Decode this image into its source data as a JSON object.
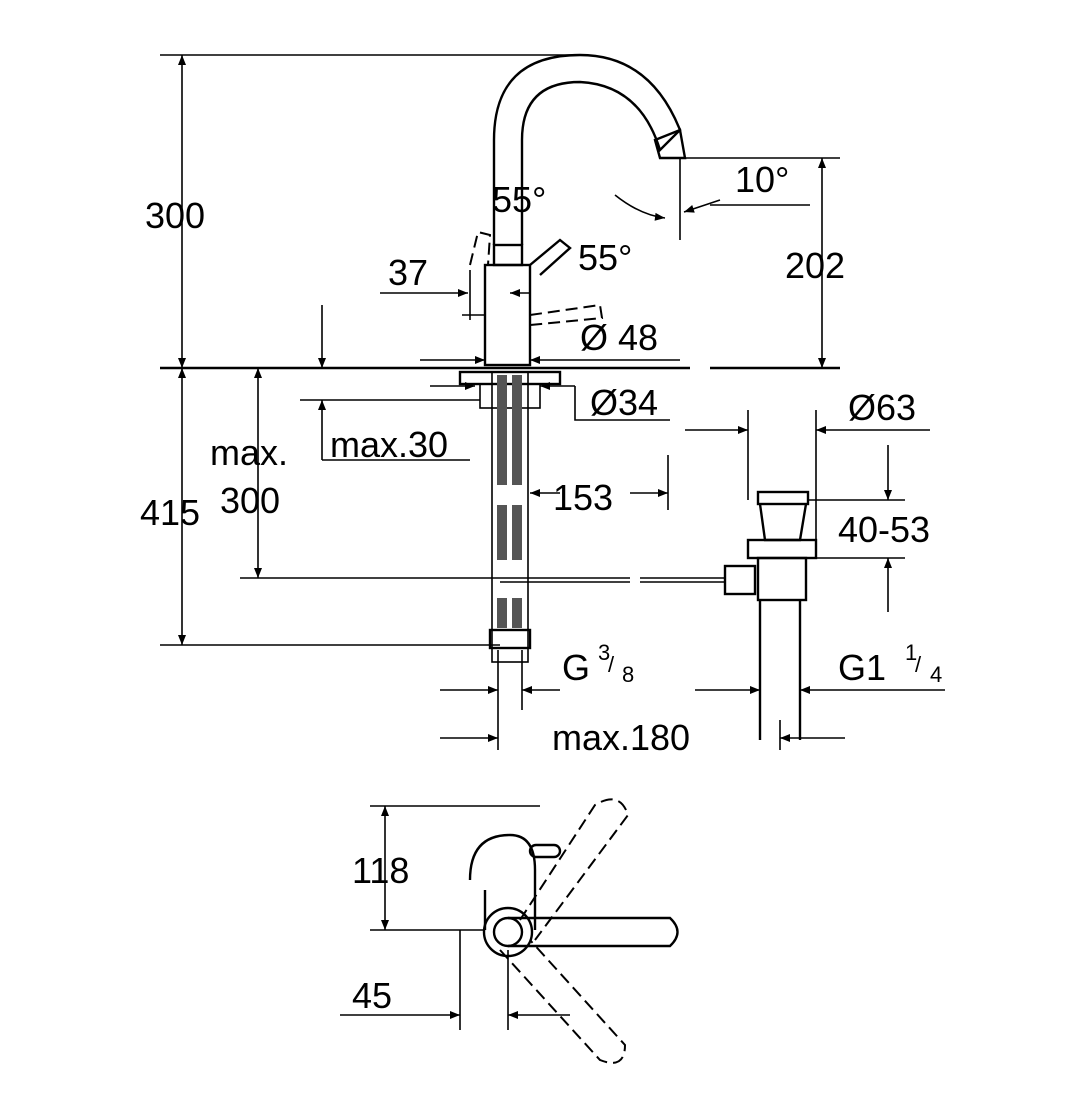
{
  "dimensions": {
    "total_height": "300",
    "lever_angle_left": "55°",
    "lever_angle_right": "55°",
    "spout_angle": "10°",
    "lever_offset": "37",
    "spout_height": "202",
    "body_diameter": "Ø 48",
    "hole_diameter": "Ø34",
    "waste_diameter": "Ø63",
    "max_label": "max.",
    "max_thickness": "max.30",
    "hose_length": "300",
    "below_deck": "415",
    "offset_153": "153",
    "waste_range": "40-53",
    "connection_g38_prefix": "G",
    "connection_g38_num": "3",
    "connection_g38_den": "8",
    "connection_g114_prefix": "G1",
    "connection_g114_num": "1",
    "connection_g114_den": "4",
    "max_180": "max.180",
    "top_view_depth": "118",
    "top_view_offset": "45"
  }
}
